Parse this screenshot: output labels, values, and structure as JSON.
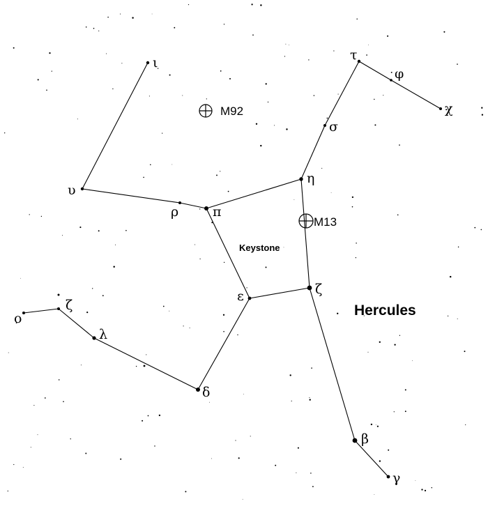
{
  "map": {
    "constellation_label": "Hercules",
    "asterism_label": "Keystone",
    "ink_color": "#000000",
    "background_color": "#ffffff"
  },
  "stars": [
    {
      "id": "iota",
      "label": "ι"
    },
    {
      "id": "upsilon",
      "label": "υ"
    },
    {
      "id": "rho",
      "label": "ρ"
    },
    {
      "id": "pi",
      "label": "π"
    },
    {
      "id": "eta",
      "label": "η"
    },
    {
      "id": "sigma",
      "label": "σ"
    },
    {
      "id": "tau",
      "label": "τ"
    },
    {
      "id": "phi",
      "label": "φ"
    },
    {
      "id": "chi",
      "label": "χ"
    },
    {
      "id": "epsilon",
      "label": "ε"
    },
    {
      "id": "zeta",
      "label": "ζ"
    },
    {
      "id": "beta",
      "label": "β"
    },
    {
      "id": "gamma",
      "label": "γ"
    },
    {
      "id": "delta",
      "label": "δ"
    },
    {
      "id": "lambda",
      "label": "λ"
    },
    {
      "id": "mu",
      "label": "ζ"
    },
    {
      "id": "omicron",
      "label": "ο"
    }
  ],
  "deep_sky_objects": [
    {
      "id": "m92",
      "label": "M92",
      "icon": "globular-cluster-icon"
    },
    {
      "id": "m13",
      "label": "M13",
      "icon": "globular-cluster-icon"
    }
  ]
}
